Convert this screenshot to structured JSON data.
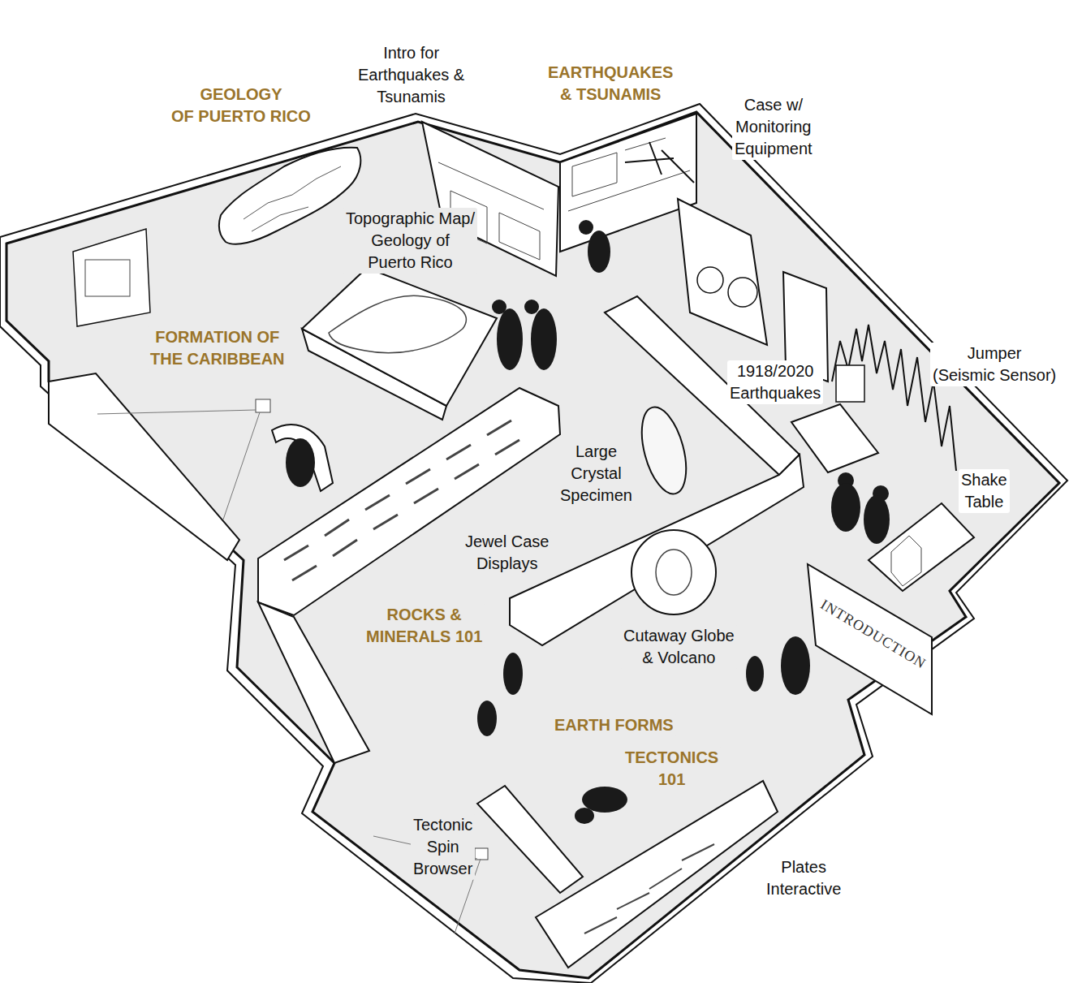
{
  "diagram": {
    "labels": [
      "GEOLOGY OF PUERTO RICO",
      "Intro for Earthquakes & Tsunamis",
      "EARTHQUAKES & TSUNAMIS",
      "Case w/ Monitoring Equipment",
      "Topographic Map/ Geology of Puerto Rico",
      "FORMATION OF THE CARIBBEAN",
      "1918/2020 Earthquakes",
      "Jumper (Seismic Sensor)",
      "Large Crystal Specimen",
      "Shake Table",
      "Jewel Case Displays",
      "ROCKS & MINERALS 101",
      "Cutaway Globe & Volcano",
      "INTRODUCTION",
      "EARTH FORMS",
      "TECTONICS 101",
      "Tectonic Spin Browser",
      "Plates Interactive"
    ]
  }
}
